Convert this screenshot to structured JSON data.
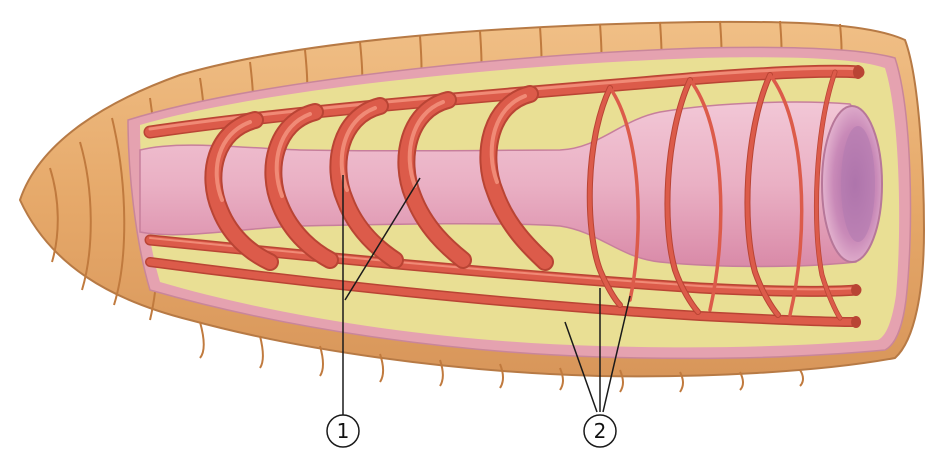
{
  "labels": [
    {
      "id": "1",
      "text": "1"
    },
    {
      "id": "2",
      "text": "2"
    }
  ],
  "colors": {
    "body_wall_outer": "#e6a96a",
    "body_wall_segment_line": "#c07a3e",
    "cuticle_pink": "#e5a2b0",
    "body_cavity": "#e9df94",
    "gut": "#eab0c4",
    "gut_shadow": "#d98aa8",
    "gut_lumen": "#c98ab8",
    "blood_vessel": "#dc5b4a",
    "blood_vessel_highlight": "#f08a76",
    "blood_vessel_dark": "#b94434",
    "leader_line": "#1a1a1a"
  }
}
